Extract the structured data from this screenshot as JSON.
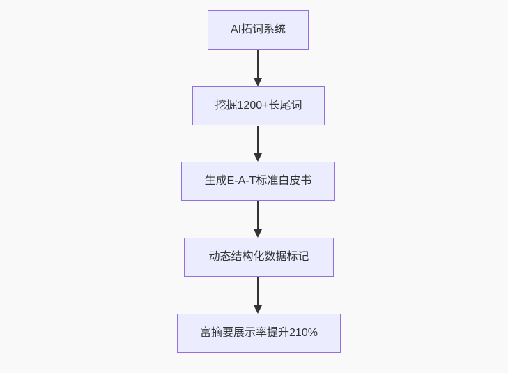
{
  "colors": {
    "background": "#f9f9f9",
    "node_fill": "#ececff",
    "node_border": "#9370db",
    "text": "#333333",
    "arrow": "#333333"
  },
  "flowchart": {
    "type": "vertical-flow",
    "nodes": [
      {
        "id": "n1",
        "label": "AI拓词系统"
      },
      {
        "id": "n2",
        "label": "挖掘1200+长尾词"
      },
      {
        "id": "n3",
        "label": "生成E-A-T标准白皮书"
      },
      {
        "id": "n4",
        "label": "动态结构化数据标记"
      },
      {
        "id": "n5",
        "label": "富摘要展示率提升210%"
      }
    ],
    "edges": [
      {
        "from": "n1",
        "to": "n2"
      },
      {
        "from": "n2",
        "to": "n3"
      },
      {
        "from": "n3",
        "to": "n4"
      },
      {
        "from": "n4",
        "to": "n5"
      }
    ]
  }
}
